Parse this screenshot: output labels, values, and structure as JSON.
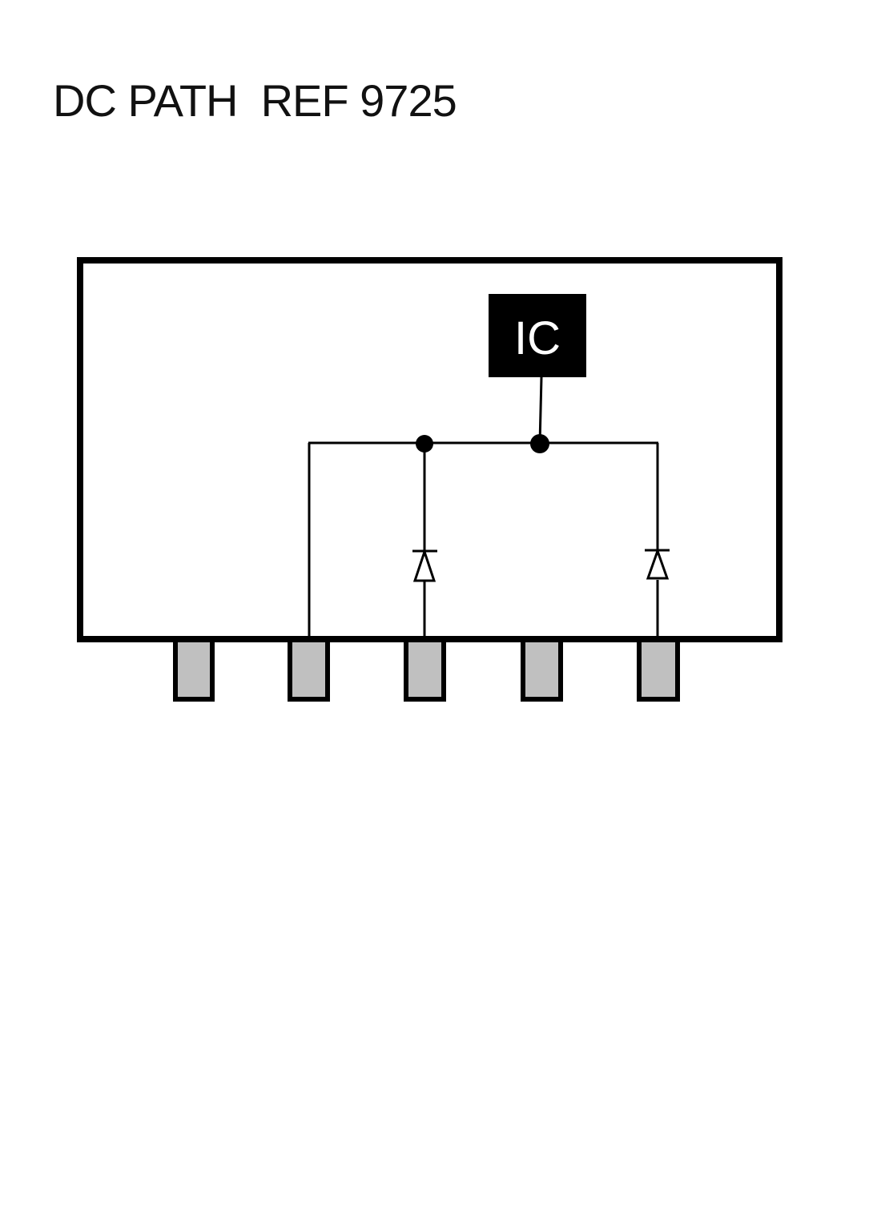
{
  "title": "DC PATH  REF 9725",
  "ic": {
    "label": "IC"
  },
  "colors": {
    "line": "#000000",
    "ic_fill": "#000000",
    "ic_text": "#ffffff",
    "pin_fill": "#c0c0c0",
    "background": "#ffffff"
  },
  "pins": {
    "count": 5
  },
  "diodes": {
    "count": 2
  },
  "junctions": {
    "count": 2
  }
}
